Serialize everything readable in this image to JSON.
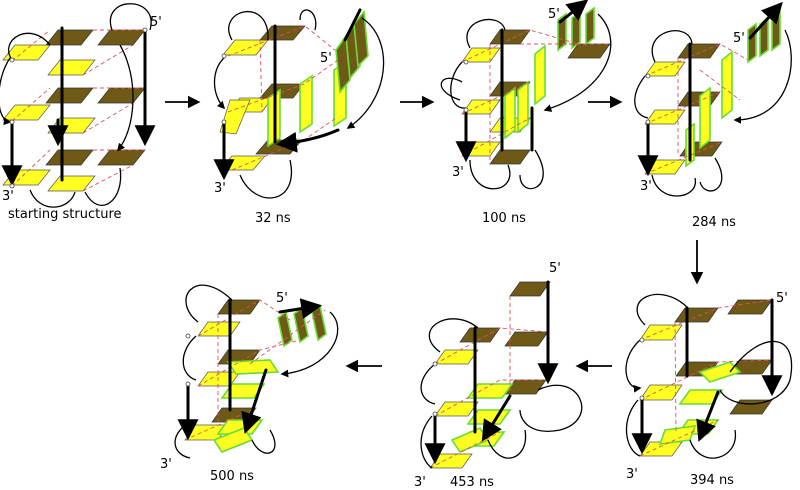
{
  "colors": {
    "syn_base": "#ffff22",
    "anti_base": "#6e5a16",
    "unfolded_outline": "#66dd33",
    "hbond": "#e0505a",
    "backbone": "#000000"
  },
  "labels": {
    "five_prime": "5'",
    "three_prime": "3'"
  },
  "panels": [
    {
      "time": "starting structure"
    },
    {
      "time": "32 ns"
    },
    {
      "time": "100 ns"
    },
    {
      "time": "284 ns"
    },
    {
      "time": "394 ns"
    },
    {
      "time": "453 ns"
    },
    {
      "time": "500 ns"
    }
  ]
}
